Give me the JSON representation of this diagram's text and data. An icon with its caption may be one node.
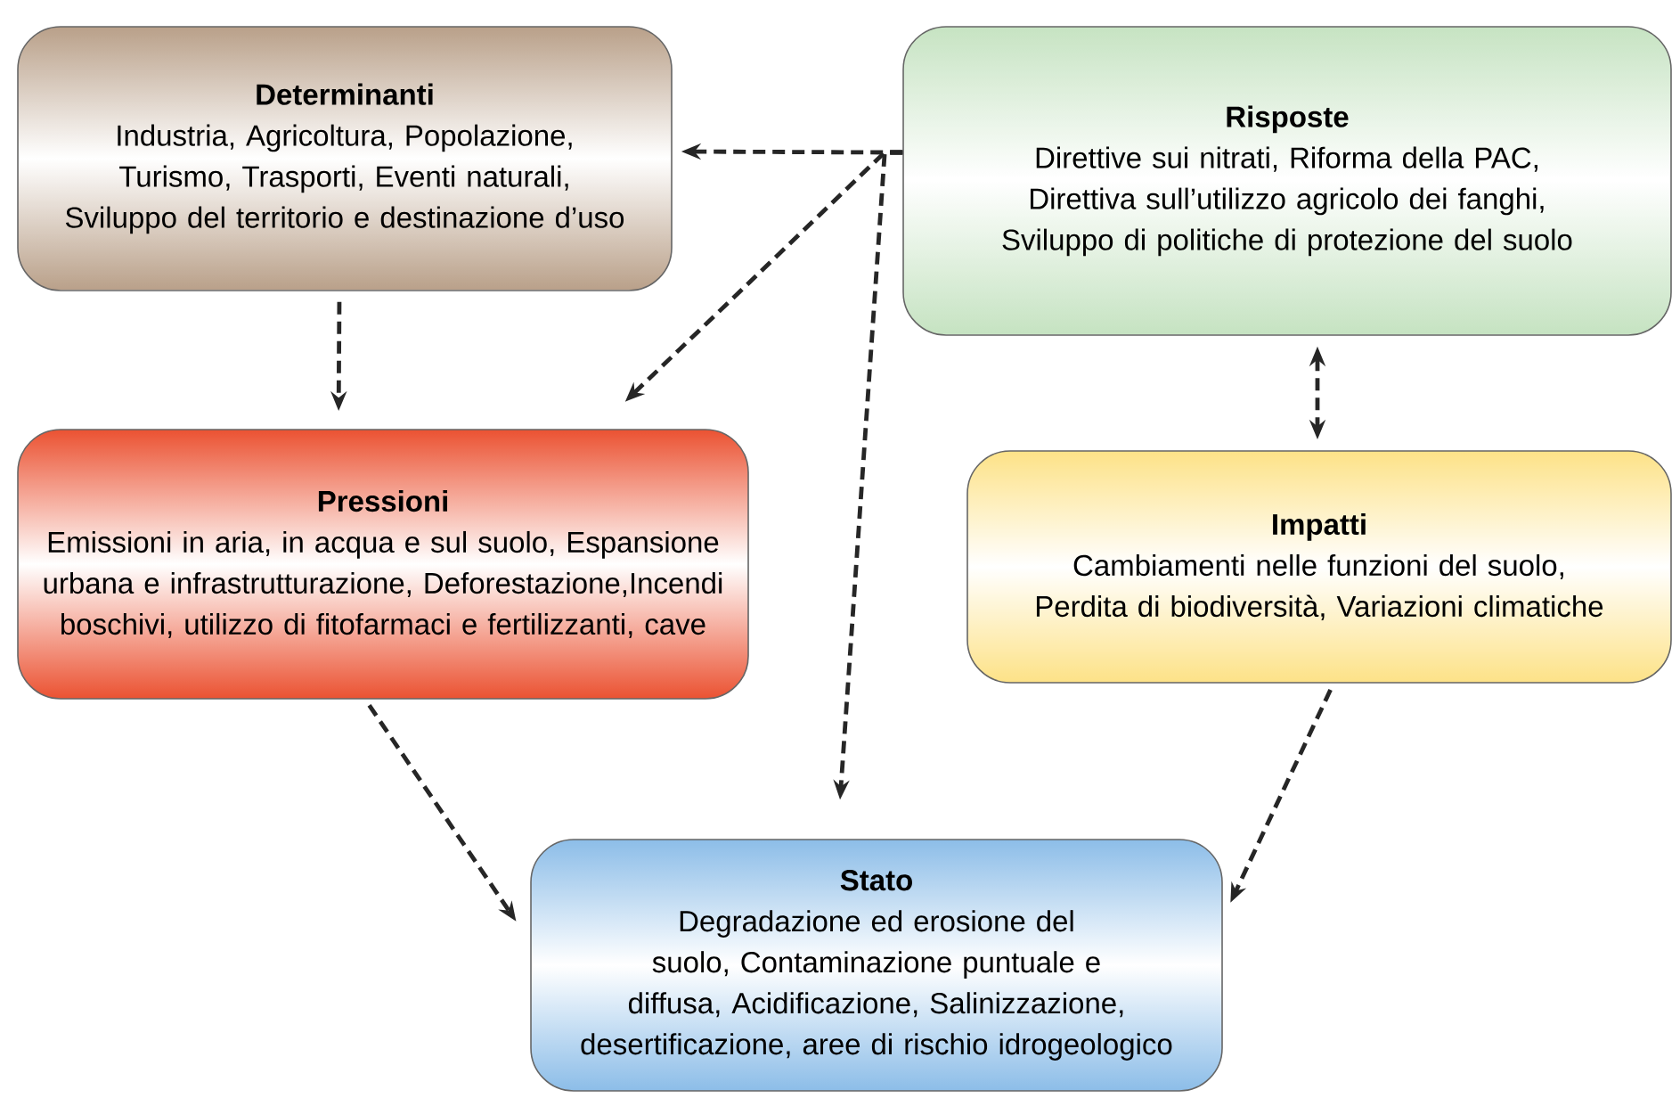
{
  "diagram": {
    "nodes": [
      {
        "text": [
          "Determinanti",
          "Industria, Agricoltura, Popolazione, Turismo, Trasporti, Eventi naturali, Sviluppo del territorio e destinazione d’uso"
        ]
      },
      {
        "text": [
          "Risposte",
          "Direttive sui nitrati, Riforma della PAC, Direttiva sull’utilizzo agricolo dei fanghi, Sviluppo di politiche di protezione del suolo"
        ]
      },
      {
        "text": [
          "Pressioni",
          "Emissioni in aria, in acqua e sul suolo, Espansione urbana e infrastrutturazione, Deforestazione,Incendi boschivi, utilizzo di fitofarmaci e fertilizzanti, cave"
        ]
      },
      {
        "text": [
          "Impatti",
          "Cambiamenti nelle funzioni del suolo, Perdita di biodiversità, Variazioni climatiche"
        ]
      },
      {
        "text": [
          "Stato",
          "Degradazione ed erosione del suolo, Contaminazione puntuale e diffusa, Acidificazione, Salinizzazione, desertificazione, aree di rischio idrogeologico"
        ]
      }
    ],
    "edges": [
      {
        "from": 1,
        "to": 0,
        "arrow": "to"
      },
      {
        "from": 1,
        "to": 2,
        "arrow": "to"
      },
      {
        "from": 1,
        "to": 4,
        "arrow": "to"
      },
      {
        "from": 0,
        "to": 2,
        "arrow": "to"
      },
      {
        "from": 1,
        "to": 3,
        "arrow": "both"
      },
      {
        "from": 2,
        "to": 4,
        "arrow": "to"
      },
      {
        "from": 3,
        "to": 4,
        "arrow": "to"
      }
    ]
  }
}
